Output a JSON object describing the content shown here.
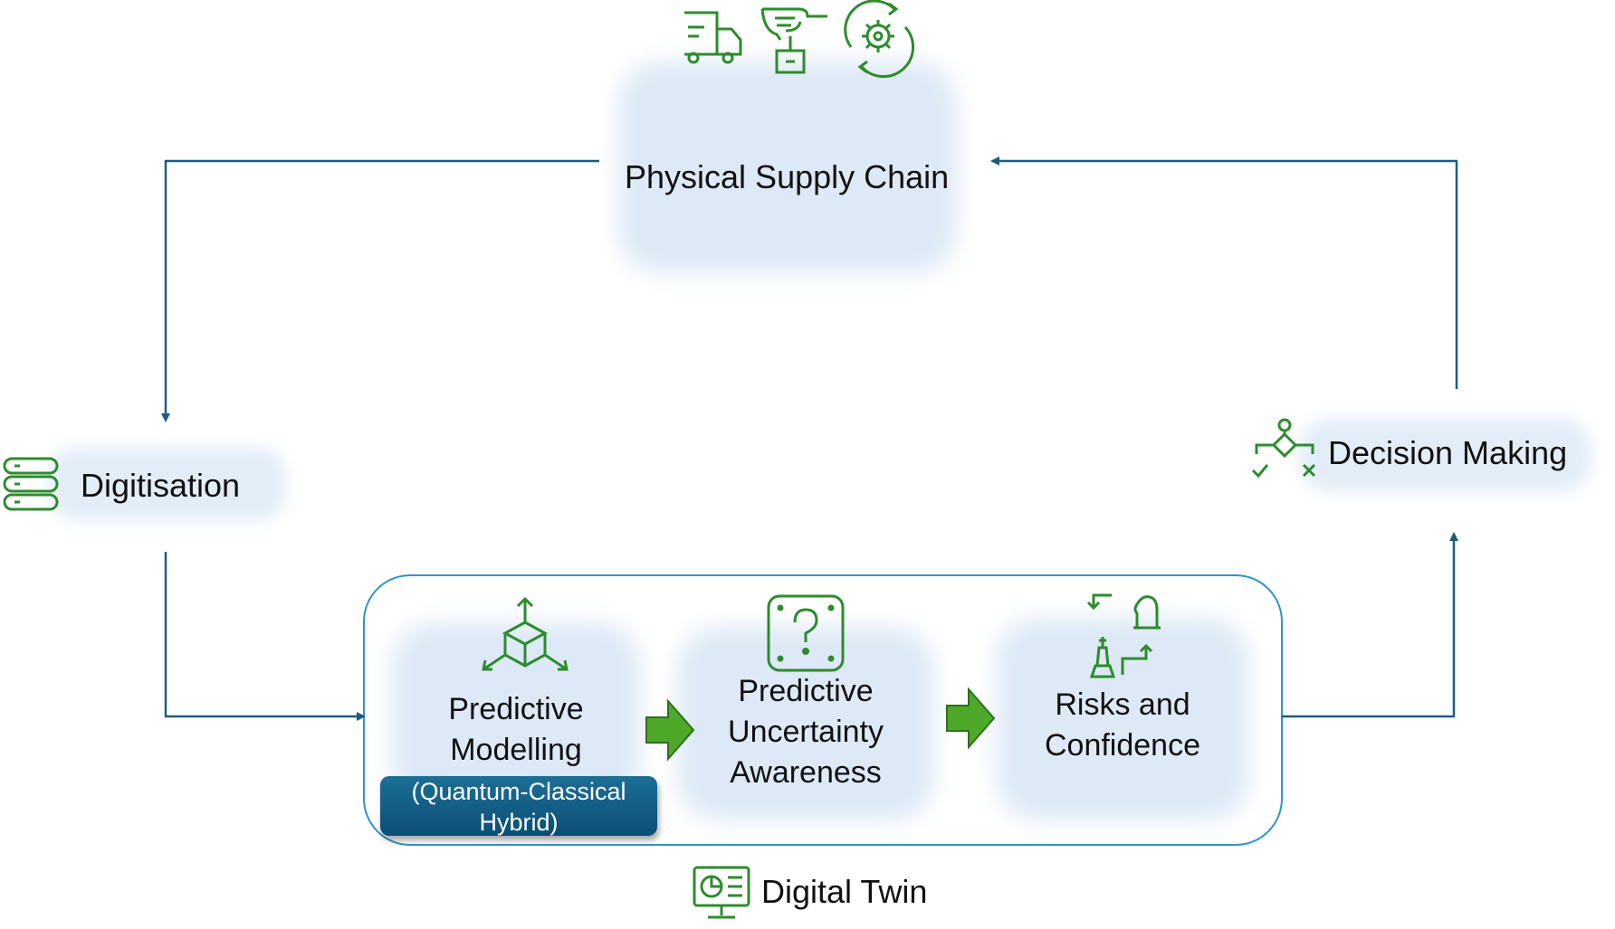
{
  "nodes": {
    "physical_supply_chain": "Physical Supply Chain",
    "digitisation": "Digitisation",
    "decision_making": "Decision Making",
    "digital_twin": "Digital Twin",
    "predictive_modelling": [
      "Predictive",
      "Modelling"
    ],
    "hybrid_badge": [
      "(Quantum-Classical",
      "Hybrid)"
    ],
    "uncertainty": [
      "Predictive",
      "Uncertainty",
      "Awareness"
    ],
    "risks": [
      "Risks and",
      "Confidence"
    ]
  },
  "icons": {
    "supply_chain": [
      "delivery-truck-icon",
      "hand-with-box-icon",
      "gear-cycle-icon"
    ],
    "digitisation": "database-icon",
    "decision_making": "decision-flow-icon",
    "predictive_modelling": "cube-arrows-icon",
    "uncertainty": "question-box-icon",
    "risks": "chess-strategy-icon",
    "digital_twin": "monitor-chart-icon"
  },
  "colors": {
    "connector": "#1f5a80",
    "icon_green": "#2e8b2e",
    "flow_arrow": "#4ea82a",
    "box_border": "#2f95c9",
    "badge": "#0d5479",
    "glow": "#dde9f6"
  }
}
